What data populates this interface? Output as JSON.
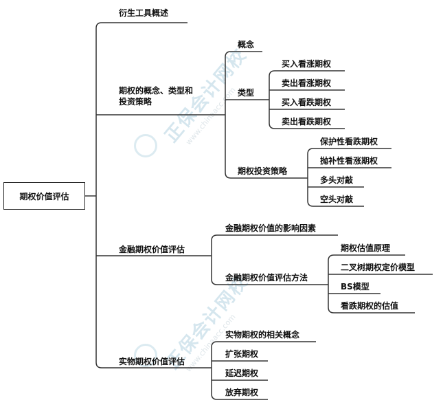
{
  "root": "期权价值评估",
  "level1": {
    "derivatives": "衍生工具概述",
    "concept_types": [
      "期权的概念、类型和",
      "投资策略"
    ],
    "financial": "金融期权价值评估",
    "real": "实物期权价值评估"
  },
  "level2": {
    "concept": "概念",
    "types": "类型",
    "strategies": "期权投资策略",
    "influencing_factors": "金融期权价值的影响因素",
    "valuation_methods": "金融期权价值评估方法",
    "real_concepts": "实物期权的相关概念",
    "expansion": "扩张期权",
    "delay": "延迟期权",
    "abandon": "放弃期权"
  },
  "level3": {
    "types": [
      "买入看涨期权",
      "卖出看涨期权",
      "买入看跌期权",
      "卖出看跌期权"
    ],
    "strategies": [
      "保护性看跌期权",
      "抛补性看涨期权",
      "多头对敲",
      "空头对敲"
    ],
    "methods": [
      "期权估值原理",
      "二叉树期权定价模型",
      "BS模型",
      "看跌期权的估值"
    ]
  },
  "watermark": {
    "text": "正保会计网校",
    "url": "www.chinaacc.com"
  },
  "colors": {
    "line": "#333333",
    "text": "#111111",
    "watermark": "#d5e6ee"
  }
}
